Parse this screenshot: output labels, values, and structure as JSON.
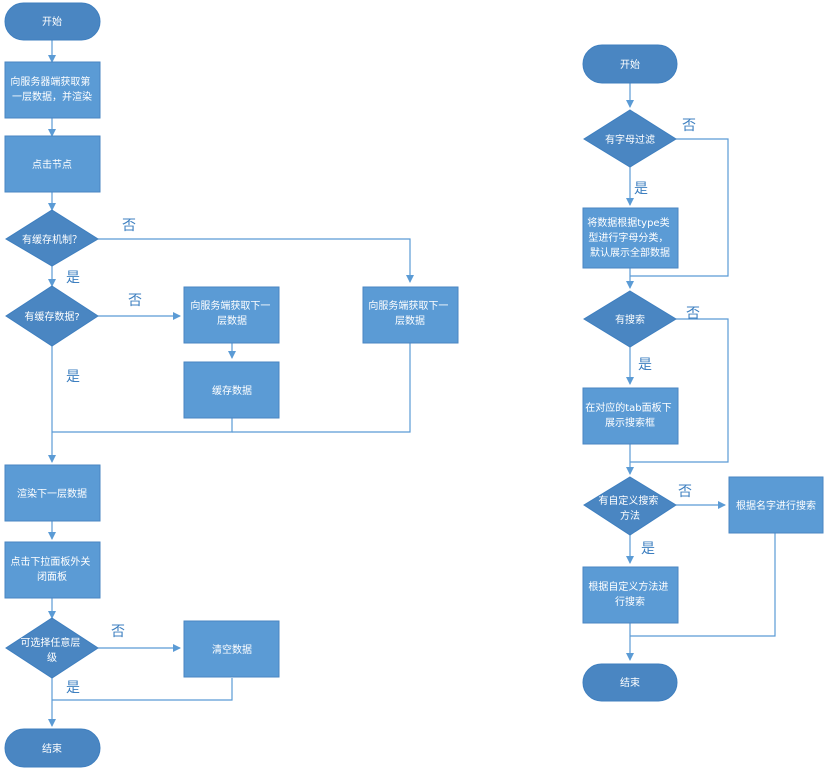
{
  "colors": {
    "process": "#5b9bd5",
    "terminal": "#4a86c2",
    "stroke": "#3f7fbf",
    "line": "#5b9bd5",
    "label": "#3d7fc0"
  },
  "left": {
    "start": "开始",
    "fetch_first": [
      "向服务器端获取第",
      "一层数据，并渲染"
    ],
    "click_node": "点击节点",
    "has_cache_mechanism": "有缓存机制？",
    "has_cache_data": "有缓存数据?",
    "fetch_next_a": [
      "向服务端获取下一",
      "层数据"
    ],
    "cache_data": "缓存数据",
    "fetch_next_b": [
      "向服务端获取下一",
      "层数据"
    ],
    "render_next": "渲染下一层数据",
    "close_panel": [
      "点击下拉面板外关",
      "闭面板"
    ],
    "any_level": [
      "可选择任意层",
      "级"
    ],
    "clear_data": "清空数据",
    "end": "结束",
    "labels": {
      "no_1": "否",
      "yes_1": "是",
      "no_2": "否",
      "yes_2": "是",
      "no_3": "否",
      "yes_3": "是"
    }
  },
  "right": {
    "start": "开始",
    "letter_filter": "有字母过滤",
    "classify": [
      "将数据根据type类",
      "型进行字母分类，",
      "默认展示全部数据"
    ],
    "has_search": "有搜索",
    "show_search": [
      "在对应的tab面板下",
      "展示搜索框"
    ],
    "custom_search": [
      "有自定义搜索",
      "方法"
    ],
    "search_by_name": "根据名字进行搜索",
    "custom_method": [
      "根据自定义方法进",
      "行搜索"
    ],
    "end": "结束",
    "labels": {
      "no_1": "否",
      "yes_1": "是",
      "no_2": "否",
      "yes_2": "是",
      "no_3": "否",
      "yes_3": "是"
    }
  }
}
